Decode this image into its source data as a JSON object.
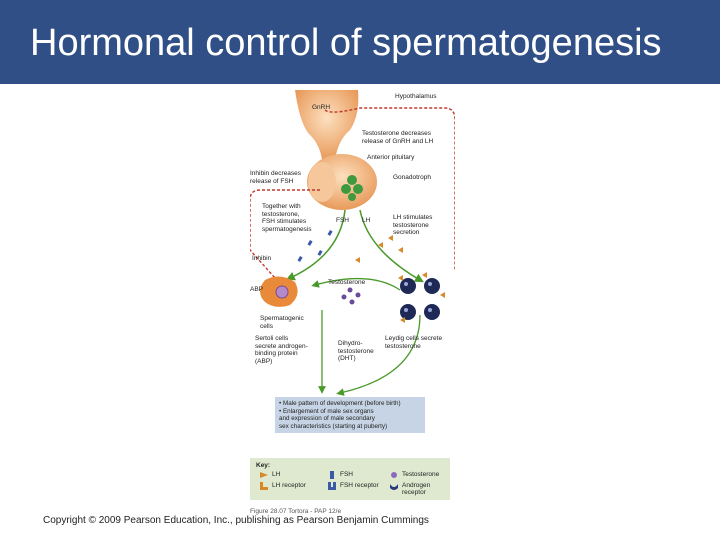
{
  "slide": {
    "title": "Hormonal control of spermatogenesis",
    "copyright": "Copyright © 2009 Pearson Education, Inc., publishing as Pearson Benjamin Cummings"
  },
  "diagram": {
    "labels": {
      "hypothalamus": "Hypothalamus",
      "gnrh": "GnRH",
      "testosterone_feedback": [
        "Testosterone decreases",
        "release of GnRH and LH"
      ],
      "anterior_pituitary": "Anterior pituitary",
      "gonadotroph": "Gonadotroph",
      "inhibin_feedback": [
        "Inhibin decreases",
        "release of FSH"
      ],
      "fsh_stimulates": [
        "Together with",
        "testosterone,",
        "FSH stimulates",
        "spermatogenesis"
      ],
      "fsh": "FSH",
      "lh": "LH",
      "lh_stimulates": [
        "LH stimulates",
        "testosterone",
        "secretion"
      ],
      "inhibin": "Inhibin",
      "abp": "ABP",
      "testosterone": "Testosterone",
      "spermatogenic_cells": [
        "Spermatogenic",
        "cells"
      ],
      "sertoli": [
        "Sertoli cells",
        "secrete androgen-",
        "binding protein",
        "(ABP)"
      ],
      "dht": [
        "Dihydro-",
        "testosterone",
        "(DHT)"
      ],
      "leydig": [
        "Leydig cells secrete",
        "testosterone"
      ]
    },
    "effects": [
      "• Male pattern of development (before birth)",
      "• Enlargement of male sex organs",
      "  and expression of male secondary",
      "  sex characteristics (starting at puberty)"
    ],
    "key": {
      "title": "Key:",
      "items": [
        "LH",
        "LH receptor",
        "FSH",
        "FSH receptor",
        "Testosterone",
        "Androgen receptor"
      ]
    },
    "figure_ref": "Figure 28.07  Tortora - PAP 12/e",
    "colors": {
      "feedback": "#c0392b",
      "stimulation": "#4a9a2a",
      "gland": "#f0b27a",
      "gonadotroph": "#3f9a3f",
      "lh": "#d88a2a",
      "fsh": "#3a5aa8",
      "testosterone": "#6a4a9a"
    }
  }
}
